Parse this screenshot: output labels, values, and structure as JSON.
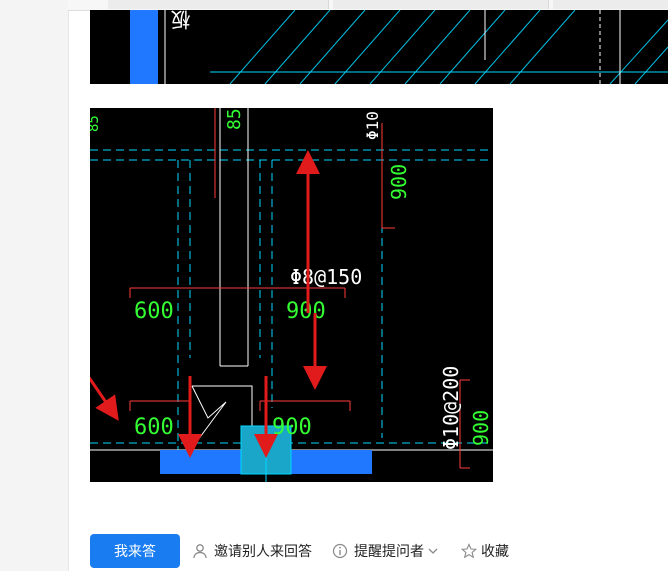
{
  "colors": {
    "cad_background": "#000000",
    "dimension_text": "#33ff33",
    "rebar_line": "#ff3b3b",
    "annotation_text": "#ffffff",
    "axis_cyan": "#00d8ff",
    "slab_blue": "#1f78ff",
    "arrow_red": "#e11b1b",
    "button_blue": "#1a7cf1"
  },
  "drawing_top": {
    "vertical_text": "板顶"
  },
  "drawing_main": {
    "dim_left_top": "600",
    "dim_right_top": "900",
    "dim_left_bottom": "600",
    "dim_right_bottom": "900",
    "rebar_label": "Φ8@150",
    "dim_right_vertical": "900",
    "dim_right_side": "900",
    "rebar_right_vertical": "Φ10@200",
    "rebar_top_vertical": "Φ10",
    "dim_top_partial": "85",
    "dim_top_edge": "85"
  },
  "actions": {
    "answer_label": "我来答",
    "invite_label": "邀请别人来回答",
    "remind_label": "提醒提问者",
    "collect_label": "收藏"
  },
  "icons": {
    "invite": "person-icon",
    "remind": "info-circle-icon",
    "remind_dropdown": "chevron-down-icon",
    "collect": "star-icon"
  }
}
